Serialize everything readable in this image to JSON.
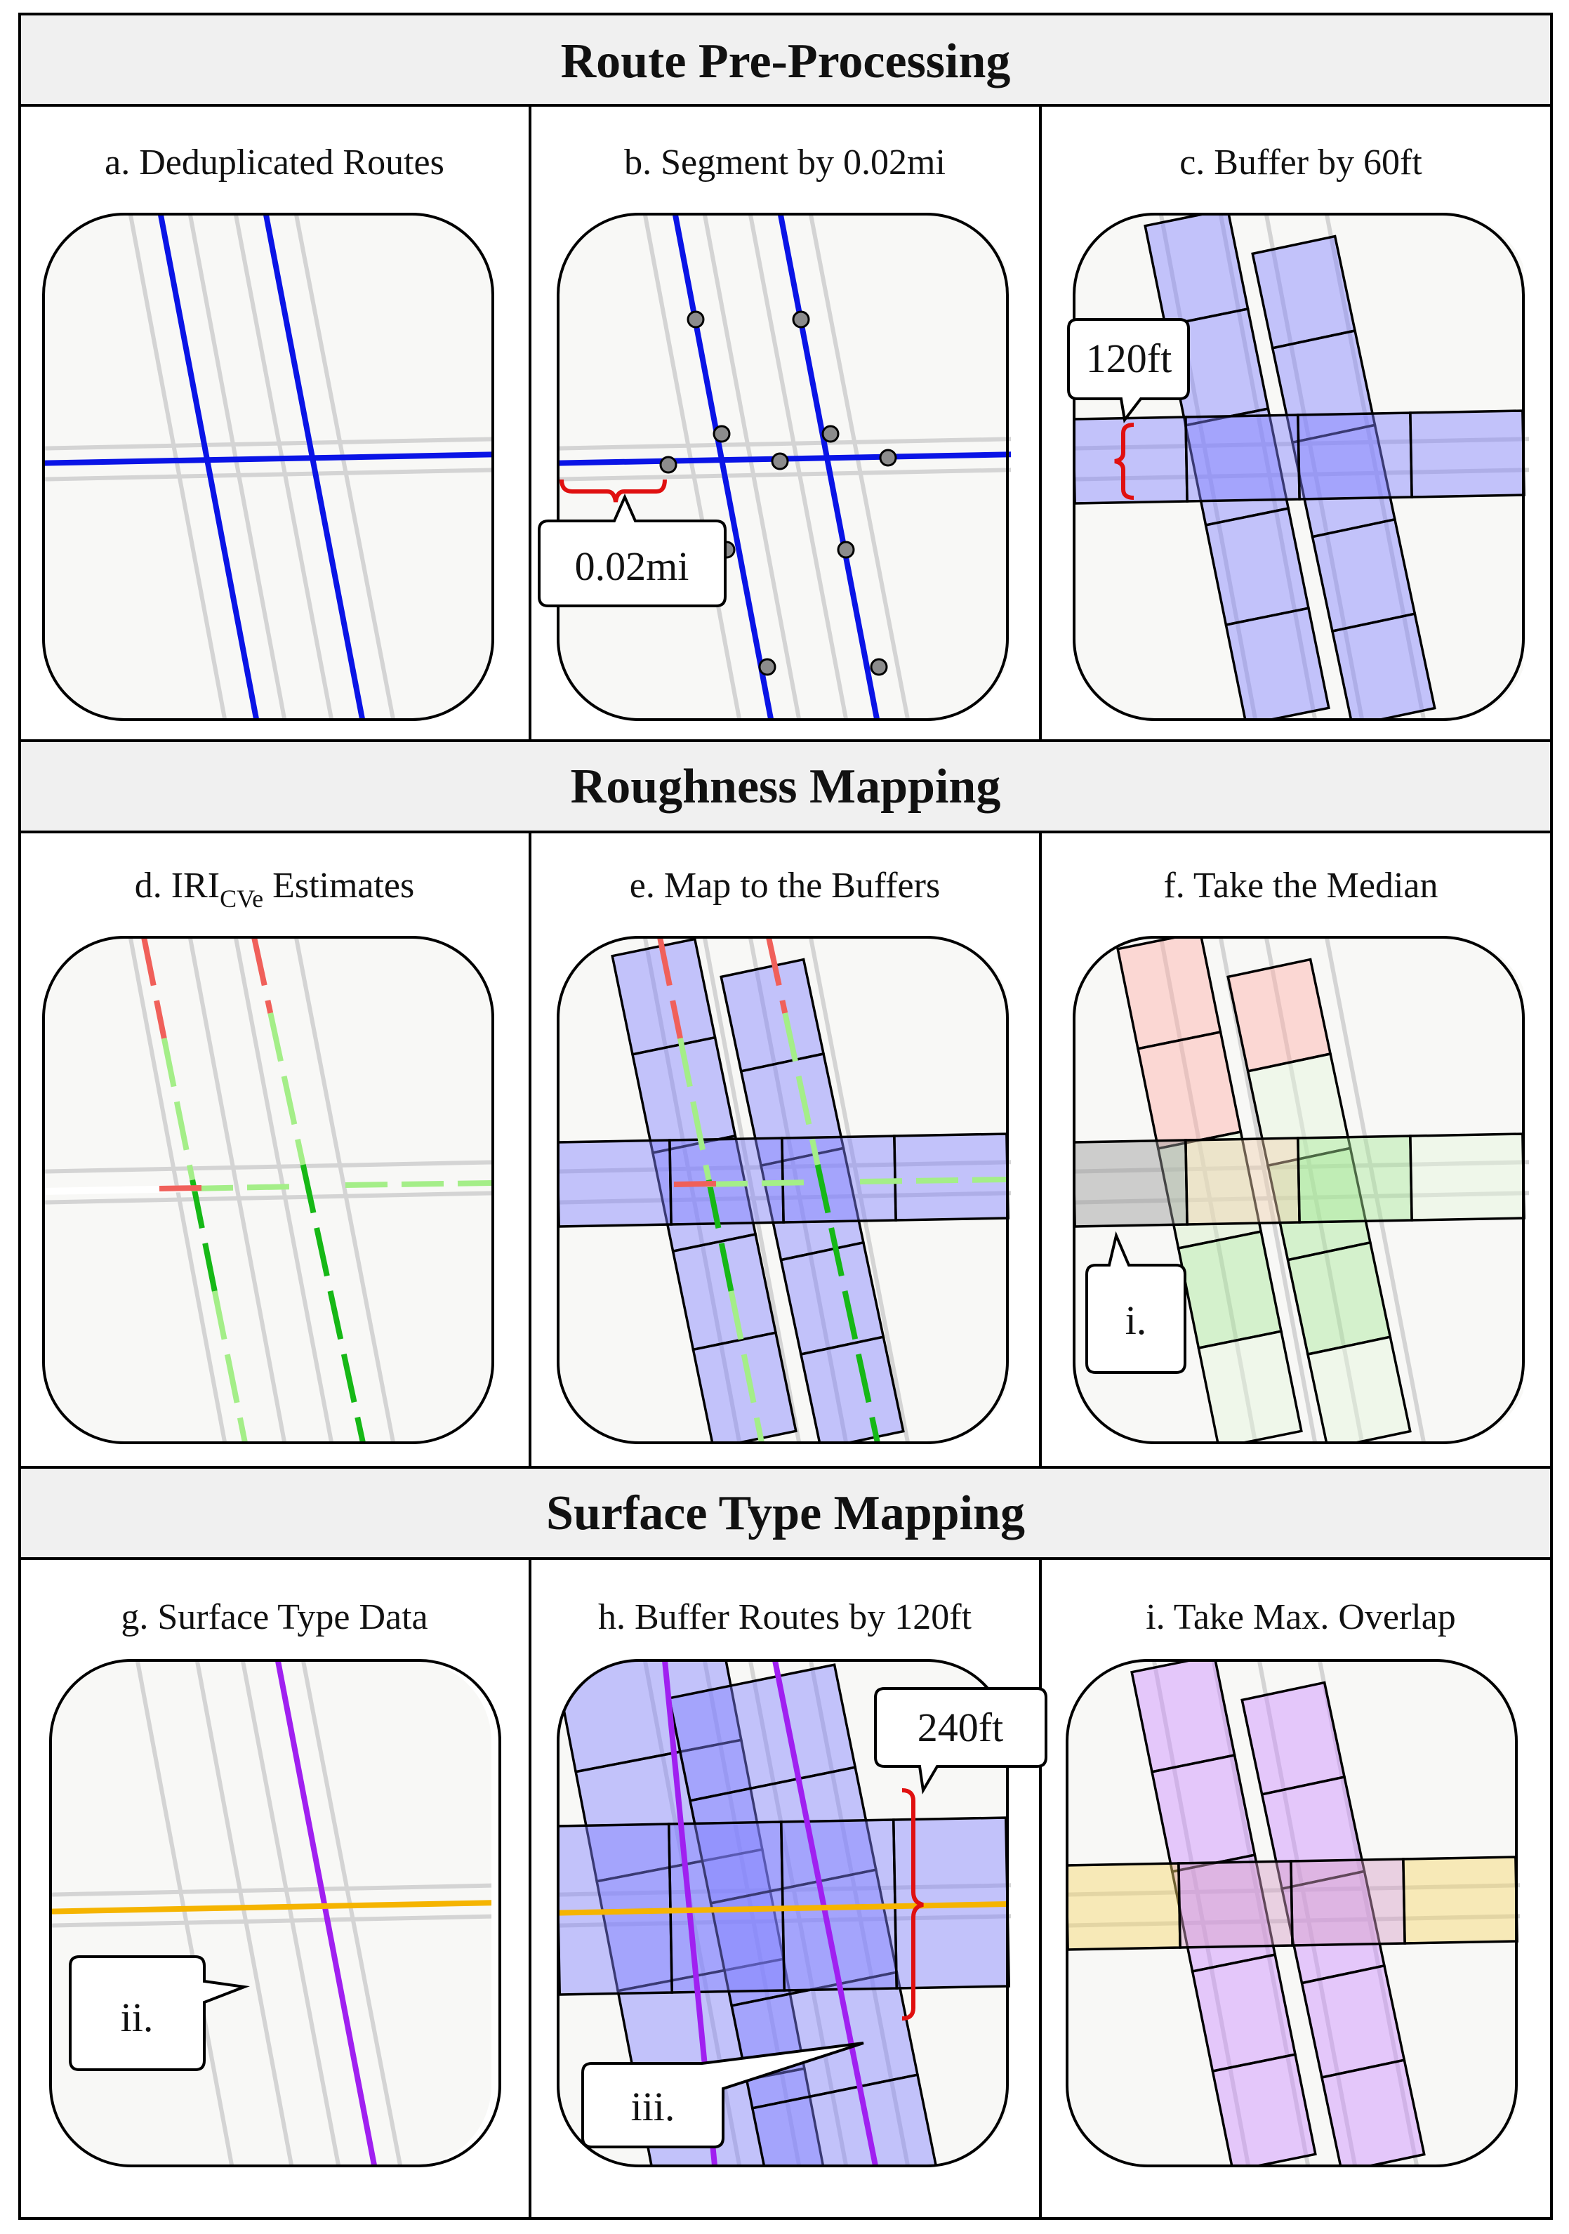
{
  "sections": [
    {
      "title": "Route Pre-Processing",
      "panels": [
        {
          "title": "a. Deduplicated Routes"
        },
        {
          "title": "b. Segment by 0.02mi",
          "callout": "0.02mi"
        },
        {
          "title": "c. Buffer by 60ft",
          "callout": "120ft"
        }
      ]
    },
    {
      "title": "Roughness Mapping",
      "panels": [
        {
          "title_prefix": "d. IRI",
          "title_sub": "CVe",
          "title_suffix": " Estimates"
        },
        {
          "title": "e. Map to the Buffers"
        },
        {
          "title": "f. Take the Median",
          "callout": "i."
        }
      ]
    },
    {
      "title": "Surface Type Mapping",
      "panels": [
        {
          "title": "g. Surface Type Data",
          "callout": "ii."
        },
        {
          "title": "h. Buffer Routes by 120ft",
          "callout": "240ft",
          "callout2": "iii."
        },
        {
          "title": "i. Take Max. Overlap"
        }
      ]
    }
  ],
  "colors": {
    "route": "#0a14e6",
    "buffer_fill": "#8080ff",
    "rough_red": "#f0605a",
    "smooth_light_green": "#a4ee88",
    "smooth_green": "#16b816",
    "gray_median": "#9a9a9a",
    "surface_purple": "#a020f0",
    "surface_orange": "#f5b400",
    "purple_fill": "#cc8cff",
    "yellow_fill": "#f7d66a",
    "annotation_red": "#e01010",
    "header_bg": "#f0f0f0",
    "map_bg": "#f8f8f6"
  }
}
